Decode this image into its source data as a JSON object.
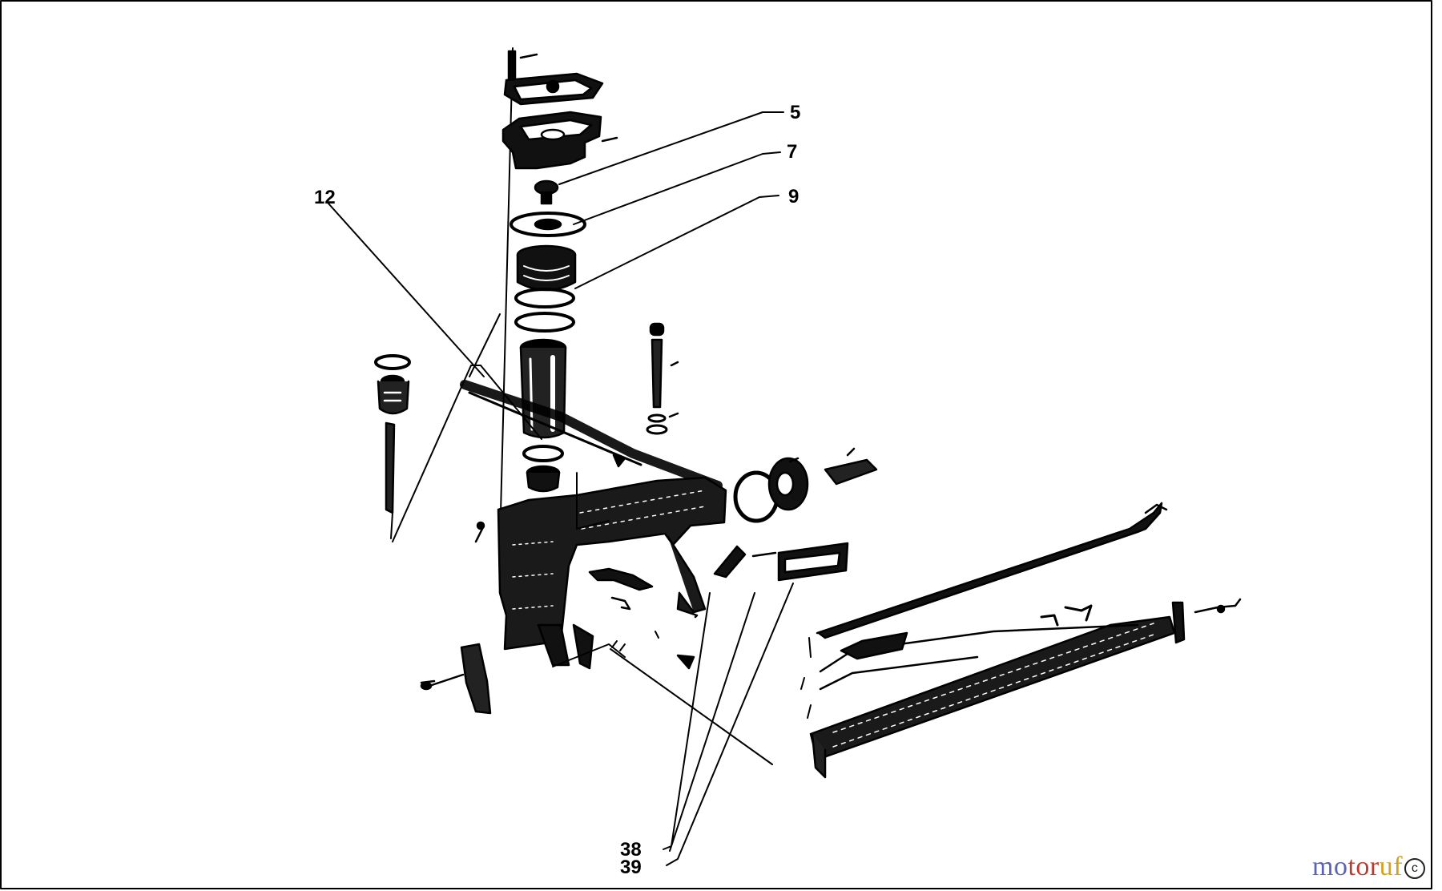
{
  "labels": {
    "part_5": "5",
    "part_7": "7",
    "part_9": "9",
    "part_12": "12",
    "part_38": "38",
    "part_39": "39"
  },
  "watermark": {
    "part1": "mo",
    "part2": "tor",
    "part3": "uf",
    "symbol": "c"
  },
  "colors": {
    "line": "#000000",
    "background": "#ffffff"
  }
}
